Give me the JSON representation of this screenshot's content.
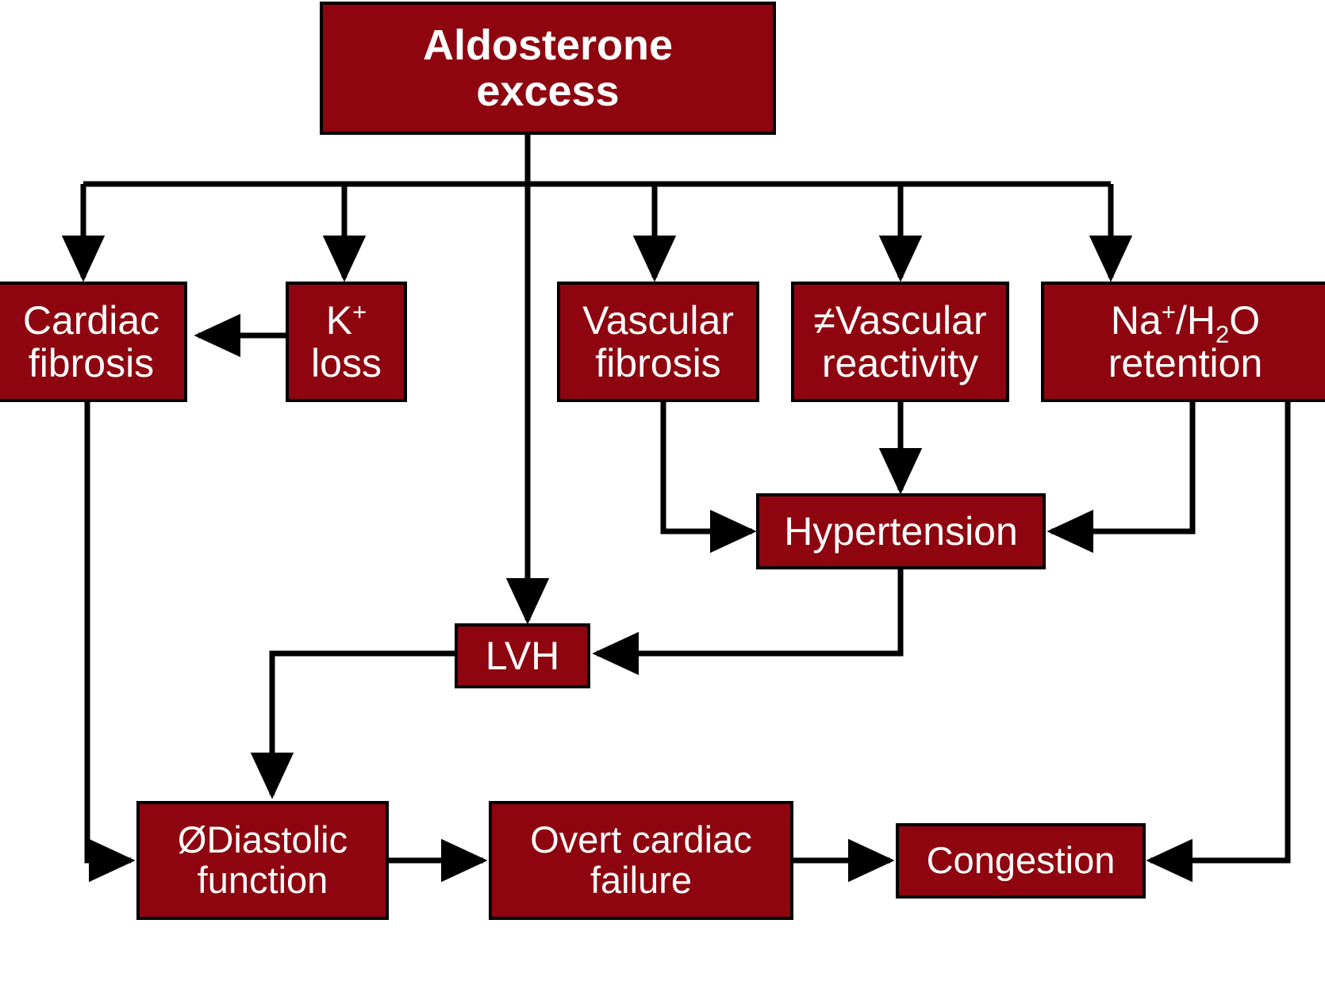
{
  "diagram": {
    "title": "Aldosterone excess pathophysiology flowchart",
    "colors": {
      "node_fill": "#8E050F",
      "node_border": "#000000",
      "node_text": "#FFFFFF",
      "edge": "#000000",
      "background": "#FFFFFF"
    },
    "nodes": [
      {
        "id": "aldosterone",
        "label": "Aldosterone\nexcess"
      },
      {
        "id": "cardiac-fibrosis",
        "label": "Cardiac\nfibrosis"
      },
      {
        "id": "k-loss",
        "label": "K+\nloss",
        "line1_base": "K",
        "line1_sup": "+",
        "line2": "loss"
      },
      {
        "id": "vascular-fibrosis",
        "label": "Vascular\nfibrosis"
      },
      {
        "id": "vascular-reactivity",
        "label": "≠Vascular\nreactivity"
      },
      {
        "id": "na-h2o-retention",
        "label": "Na+/H2O\nretention",
        "line1_a": "Na",
        "line1_sup": "+",
        "line1_b": "/H",
        "line1_sub": "2",
        "line1_c": "O",
        "line2": "retention"
      },
      {
        "id": "hypertension",
        "label": "Hypertension"
      },
      {
        "id": "lvh",
        "label": "LVH"
      },
      {
        "id": "diastolic-function",
        "label": "ØDiastolic\nfunction"
      },
      {
        "id": "overt-cardiac-failure",
        "label": "Overt cardiac\nfailure"
      },
      {
        "id": "congestion",
        "label": "Congestion"
      }
    ],
    "edges": [
      {
        "from": "aldosterone",
        "to": "cardiac-fibrosis"
      },
      {
        "from": "aldosterone",
        "to": "k-loss"
      },
      {
        "from": "aldosterone",
        "to": "vascular-fibrosis"
      },
      {
        "from": "aldosterone",
        "to": "vascular-reactivity"
      },
      {
        "from": "aldosterone",
        "to": "na-h2o-retention"
      },
      {
        "from": "aldosterone",
        "to": "lvh"
      },
      {
        "from": "k-loss",
        "to": "cardiac-fibrosis"
      },
      {
        "from": "vascular-fibrosis",
        "to": "hypertension"
      },
      {
        "from": "vascular-reactivity",
        "to": "hypertension"
      },
      {
        "from": "na-h2o-retention",
        "to": "hypertension"
      },
      {
        "from": "na-h2o-retention",
        "to": "congestion"
      },
      {
        "from": "hypertension",
        "to": "lvh"
      },
      {
        "from": "lvh",
        "to": "diastolic-function"
      },
      {
        "from": "cardiac-fibrosis",
        "to": "diastolic-function"
      },
      {
        "from": "diastolic-function",
        "to": "overt-cardiac-failure"
      },
      {
        "from": "overt-cardiac-failure",
        "to": "congestion"
      }
    ]
  }
}
